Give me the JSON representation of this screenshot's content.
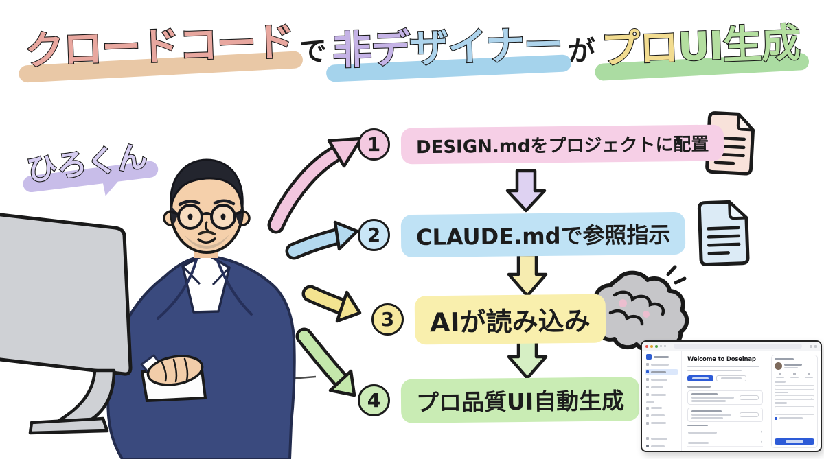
{
  "title": {
    "segments": [
      {
        "text": "クロードコード",
        "letter_color": "#e8a79f",
        "highlight_color": "#e9c8a6"
      },
      {
        "text": "で",
        "letter_color": "#1b1b1b"
      },
      {
        "text": "非デ",
        "letter_color": "#c5b3e6"
      },
      {
        "text": "ザイナー",
        "letter_color": "#aed4ec",
        "highlight_color": "#a5d3ec"
      },
      {
        "text": "が",
        "letter_color": "#1b1b1b"
      },
      {
        "text": "プロ",
        "letter_color": "#f2dc90"
      },
      {
        "text": "UI生成",
        "letter_color": "#b4dfa0",
        "highlight_color": "#abdca2"
      }
    ]
  },
  "person": {
    "label": "ひろくん",
    "label_color": "#d6cdf0",
    "highlight_color": "#c8bde9"
  },
  "steps": [
    {
      "number": "1",
      "label": "DESIGN.mdをプロジェクトに配置",
      "highlight_color": "#f6cfe6",
      "circle_color": "#f3c9e0",
      "connector_color": "#f2c6de"
    },
    {
      "number": "2",
      "label": "CLAUDE.mdで参照指示",
      "highlight_color": "#bfe2f5",
      "circle_color": "#c9e6f6",
      "connector_color": "#b3d9ef"
    },
    {
      "number": "3",
      "label": "AIが読み込み",
      "highlight_color": "#f9efad",
      "circle_color": "#f6e89e",
      "connector_color": "#f3e390"
    },
    {
      "number": "4",
      "label": "プロ品質UI自動生成",
      "highlight_color": "#c9ecb4",
      "circle_color": "#cdecb8",
      "connector_color": "#c4e8ab"
    }
  ],
  "flow_arrows": {
    "between_step1_step2_color": "#ded2f2",
    "between_step2_step3_color": "#f6ecb0",
    "between_step3_step4_color": "#d6efc4"
  },
  "icons": {
    "design_document": {
      "name": "document-icon",
      "fill": "#f8e2da"
    },
    "claude_document": {
      "name": "document-icon",
      "fill": "#dcebf6"
    },
    "brain": {
      "name": "brain-icon",
      "fill": "#c6c6c9"
    }
  },
  "browser_preview": {
    "heading": "Welcome to Doseinap",
    "primary_color": "#2d5bd7"
  }
}
